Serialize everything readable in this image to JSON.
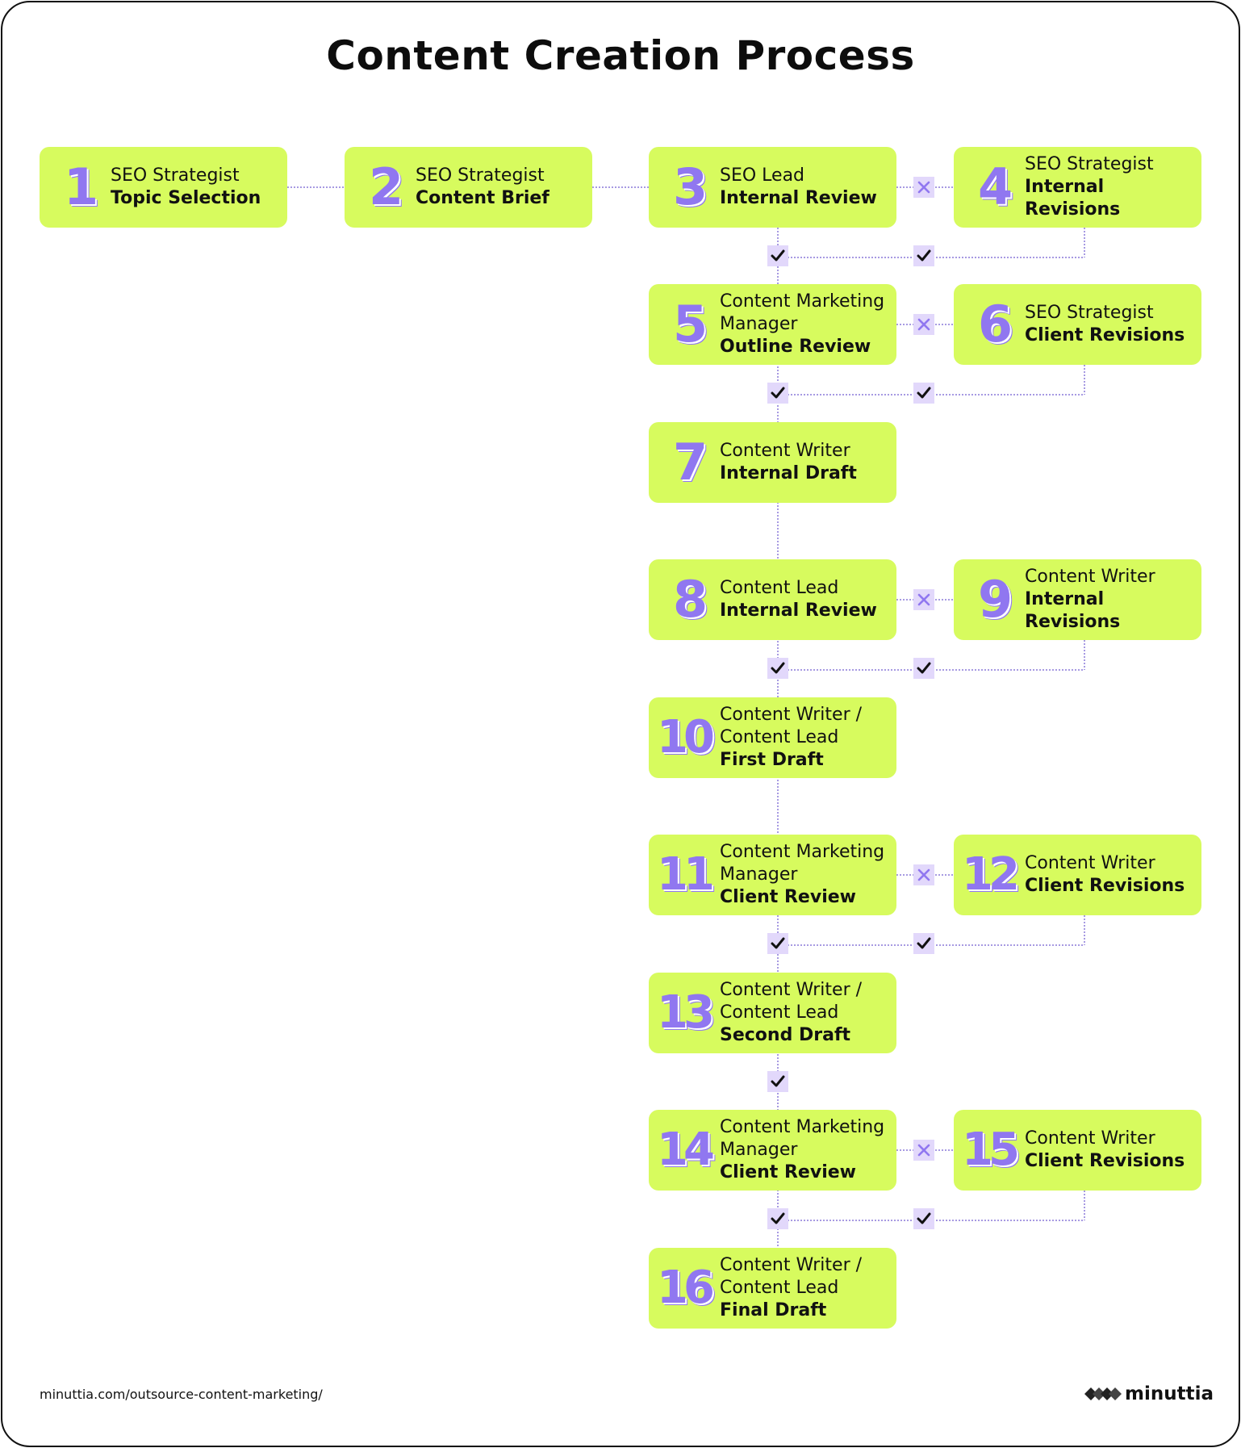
{
  "title": "Content Creation Process",
  "footer_url": "minuttia.com/outsource-content-marketing/",
  "brand": "minuttia",
  "colors": {
    "card": "#d7fb5e",
    "number": "#9077f0",
    "marker": "#e2d8fb",
    "connector": "#8a78d8"
  },
  "steps": [
    {
      "number": "1",
      "lines": [
        "SEO Strategist"
      ],
      "task": "Topic Selection"
    },
    {
      "number": "2",
      "lines": [
        "SEO Strategist"
      ],
      "task": "Content Brief"
    },
    {
      "number": "3",
      "lines": [
        "SEO Lead"
      ],
      "task": "Internal Review"
    },
    {
      "number": "4",
      "lines": [
        "SEO Strategist"
      ],
      "task": "Internal Revisions"
    },
    {
      "number": "5",
      "lines": [
        "Content Marketing",
        "Manager"
      ],
      "task": "Outline Review"
    },
    {
      "number": "6",
      "lines": [
        "SEO Strategist"
      ],
      "task": "Client Revisions"
    },
    {
      "number": "7",
      "lines": [
        "Content Writer"
      ],
      "task": "Internal Draft"
    },
    {
      "number": "8",
      "lines": [
        "Content Lead"
      ],
      "task": "Internal Review"
    },
    {
      "number": "9",
      "lines": [
        "Content Writer"
      ],
      "task": "Internal Revisions"
    },
    {
      "number": "10",
      "lines": [
        "Content Writer /",
        "Content Lead"
      ],
      "task": "First Draft"
    },
    {
      "number": "11",
      "lines": [
        "Content Marketing",
        "Manager"
      ],
      "task": "Client Review"
    },
    {
      "number": "12",
      "lines": [
        "Content Writer"
      ],
      "task": "Client Revisions"
    },
    {
      "number": "13",
      "lines": [
        "Content Writer /",
        "Content Lead"
      ],
      "task": "Second Draft"
    },
    {
      "number": "14",
      "lines": [
        "Content Marketing",
        "Manager"
      ],
      "task": "Client Review"
    },
    {
      "number": "15",
      "lines": [
        "Content Writer"
      ],
      "task": "Client Revisions"
    },
    {
      "number": "16",
      "lines": [
        "Content Writer /",
        "Content Lead"
      ],
      "task": "Final Draft"
    }
  ],
  "markers": [
    {
      "type": "reject",
      "icon": "x-icon"
    },
    {
      "type": "approve",
      "icon": "check-icon"
    }
  ]
}
